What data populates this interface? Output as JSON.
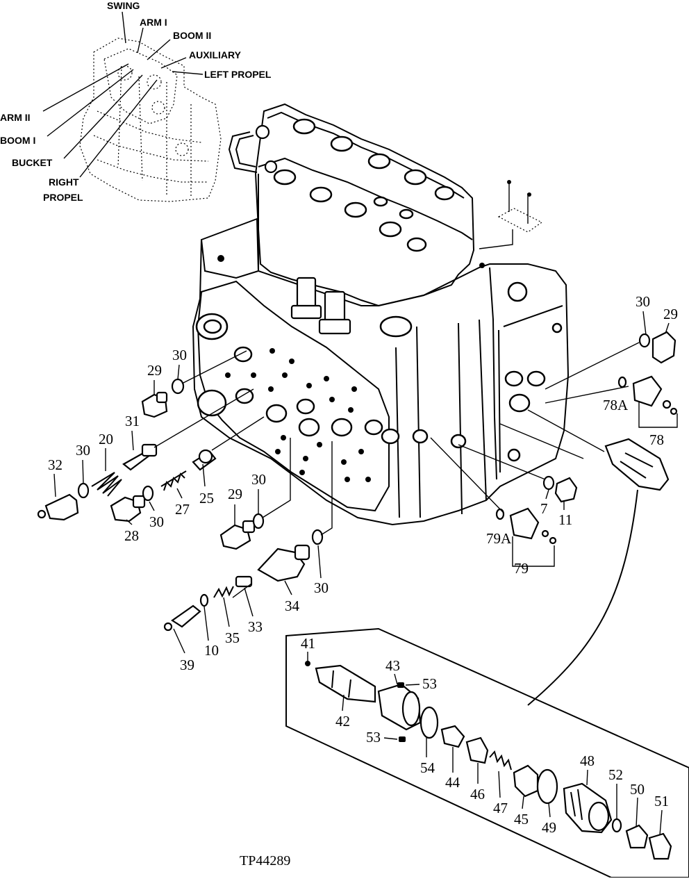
{
  "locator_labels": {
    "swing": "SWING",
    "arm_1": "ARM I",
    "boom_2": "BOOM II",
    "auxiliary": "AUXILIARY",
    "left_propel": "LEFT PROPEL",
    "arm_2": "ARM II",
    "boom_1": "BOOM I",
    "bucket": "BUCKET",
    "right_propel_1": "RIGHT",
    "right_propel_2": "PROPEL"
  },
  "callouts": {
    "c30a": "30",
    "c29a": "29",
    "c78a": "78A",
    "c78": "78",
    "c29b": "29",
    "c30b": "30",
    "c31": "31",
    "c20": "20",
    "c32": "32",
    "c30c": "30",
    "c30d": "30",
    "c27": "27",
    "c25": "25",
    "c28": "28",
    "c29c": "29",
    "c30e": "30",
    "c7": "7",
    "c11": "11",
    "c79a": "79A",
    "c79": "79",
    "c34": "34",
    "c30f": "30",
    "c39": "39",
    "c10": "10",
    "c35": "35",
    "c33": "33",
    "c41": "41",
    "c43": "43",
    "c53a": "53",
    "c42": "42",
    "c53b": "53",
    "c54": "54",
    "c44": "44",
    "c46": "46",
    "c47": "47",
    "c45": "45",
    "c49": "49",
    "c48": "48",
    "c52": "52",
    "c50": "50",
    "c51": "51"
  },
  "figure_ref": "TP44289"
}
